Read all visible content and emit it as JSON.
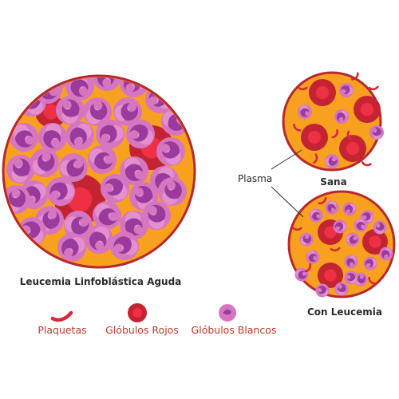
{
  "labels": {
    "main_caption": "Leucemia Linfoblástica Aguda",
    "healthy_caption": "Sana",
    "leukemia_caption": "Con Leucemia",
    "plasma": "Plasma"
  },
  "legend": [
    {
      "label": "Plaquetas",
      "icon": "platelet-icon"
    },
    {
      "label": "Glóbulos Rojos",
      "icon": "red-blood-cell-icon"
    },
    {
      "label": "Glóbulos Blancos",
      "icon": "white-blood-cell-icon"
    }
  ],
  "colors": {
    "plasma": "#f7a11f",
    "rim": "#b7282e",
    "red_cell_outer": "#c42431",
    "red_cell_inner": "#ee2f44",
    "white_cell": "#d676c0",
    "white_cell_light": "#eea6dc",
    "white_nucleus": "#9a3a9c",
    "platelet": "#d8283a",
    "legend_text": "#c0392b"
  }
}
